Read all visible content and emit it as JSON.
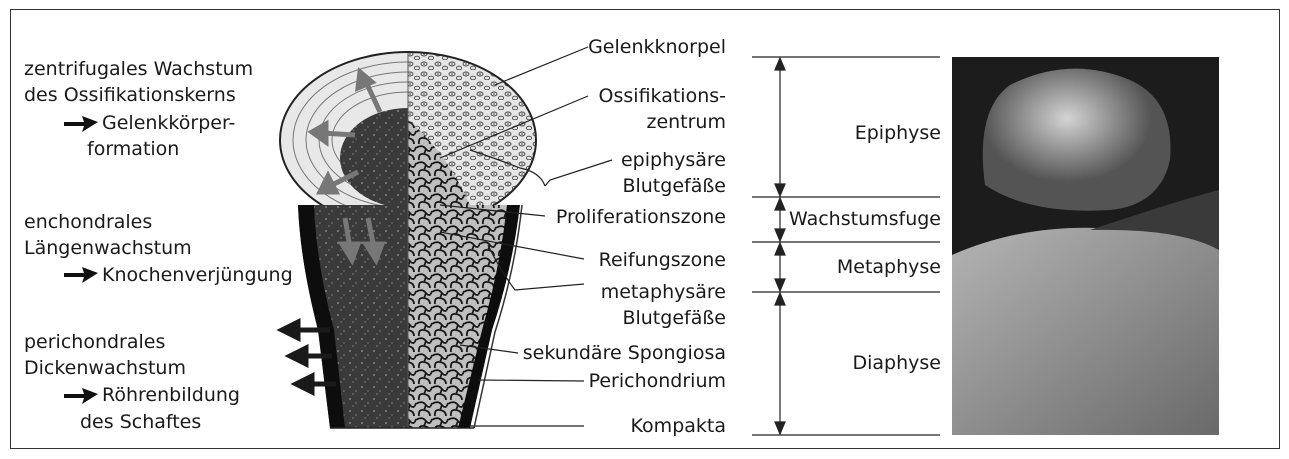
{
  "left_notes": [
    {
      "line1": "zentrifugales Wachstum",
      "line2": "des Ossifikationskerns",
      "arrow_line": "Gelenkkörper-",
      "line4": "formation"
    },
    {
      "line1": "enchondrales",
      "line2": "Längenwachstum",
      "arrow_line": "Knochenverjüngung"
    },
    {
      "line1": "perichondrales",
      "line2": "Dickenwachstum",
      "arrow_line": "Röhrenbildung",
      "line4": "des Schaftes"
    }
  ],
  "right_labels": {
    "gelenkknorpel": "Gelenkknorpel",
    "ossifikationszentrum_1": "Ossifikations-",
    "ossifikationszentrum_2": "zentrum",
    "epiphysaere_1": "epiphysäre",
    "epiphysaere_2": "Blutgefäße",
    "proliferationszone": "Proliferationszone",
    "reifungszone": "Reifungszone",
    "metaphysaere_1": "metaphysäre",
    "metaphysaere_2": "Blutgefäße",
    "spongiosa": "sekundäre Spongiosa",
    "perichondrium": "Perichondrium",
    "kompakta": "Kompakta"
  },
  "scale_labels": {
    "epiphyse": "Epiphyse",
    "wachstumsfuge": "Wachstumsfuge",
    "metaphyse": "Metaphyse",
    "diaphyse": "Diaphyse"
  }
}
